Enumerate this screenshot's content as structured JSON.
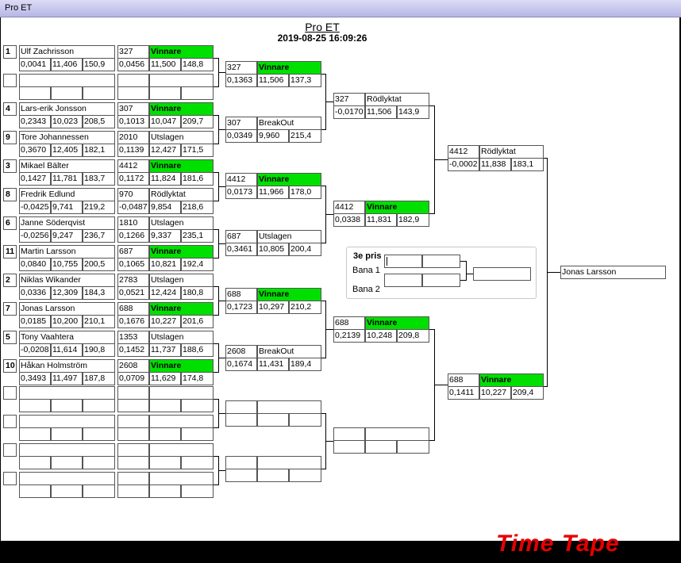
{
  "window": {
    "title": "Pro ET"
  },
  "header": {
    "title": "Pro ET",
    "datetime": "2019-08-25 16:09:26"
  },
  "round1": [
    {
      "top": {
        "seed": "1",
        "name": "Ulf Zachrisson",
        "rt": "0,0041",
        "et": "11,406",
        "mph": "150,9",
        "num": "327",
        "status": "Vinnare",
        "win": true,
        "rt2": "0,0456",
        "et2": "11,500",
        "mph2": "148,8"
      },
      "bot": {
        "seed": "",
        "name": "",
        "rt": "",
        "et": "",
        "mph": "",
        "num": "",
        "status": "",
        "win": false,
        "rt2": "",
        "et2": "",
        "mph2": ""
      }
    },
    {
      "top": {
        "seed": "4",
        "name": "Lars-erik Jonsson",
        "rt": "0,2343",
        "et": "10,023",
        "mph": "208,5",
        "num": "307",
        "status": "Vinnare",
        "win": true,
        "rt2": "0,1013",
        "et2": "10,047",
        "mph2": "209,7"
      },
      "bot": {
        "seed": "9",
        "name": "Tore Johannessen",
        "rt": "0,3670",
        "et": "12,405",
        "mph": "182,1",
        "num": "2010",
        "status": "Utslagen",
        "win": false,
        "rt2": "0,1139",
        "et2": "12,427",
        "mph2": "171,5"
      }
    },
    {
      "top": {
        "seed": "3",
        "name": "Mikael Bälter",
        "rt": "0,1427",
        "et": "11,781",
        "mph": "183,7",
        "num": "4412",
        "status": "Vinnare",
        "win": true,
        "rt2": "0,1172",
        "et2": "11,824",
        "mph2": "181,6"
      },
      "bot": {
        "seed": "8",
        "name": "Fredrik Edlund",
        "rt": "-0,0425",
        "et": "9,741",
        "mph": "219,2",
        "num": "970",
        "status": "Rödlyktat",
        "win": false,
        "rt2": "-0,0487",
        "et2": "9,854",
        "mph2": "218,6"
      }
    },
    {
      "top": {
        "seed": "6",
        "name": "Janne Söderqvist",
        "rt": "-0,0256",
        "et": "9,247",
        "mph": "236,7",
        "num": "1810",
        "status": "Utslagen",
        "win": false,
        "rt2": "0,1266",
        "et2": "9,337",
        "mph2": "235,1"
      },
      "bot": {
        "seed": "11",
        "name": "Martin Larsson",
        "rt": "0,0840",
        "et": "10,755",
        "mph": "200,5",
        "num": "687",
        "status": "Vinnare",
        "win": true,
        "rt2": "0,1065",
        "et2": "10,821",
        "mph2": "192,4"
      }
    },
    {
      "top": {
        "seed": "2",
        "name": "Niklas Wikander",
        "rt": "0,0336",
        "et": "12,309",
        "mph": "184,3",
        "num": "2783",
        "status": "Utslagen",
        "win": false,
        "rt2": "0,0521",
        "et2": "12,424",
        "mph2": "180,8"
      },
      "bot": {
        "seed": "7",
        "name": "Jonas Larsson",
        "rt": "0,0185",
        "et": "10,200",
        "mph": "210,1",
        "num": "688",
        "status": "Vinnare",
        "win": true,
        "rt2": "0,1676",
        "et2": "10,227",
        "mph2": "201,6"
      }
    },
    {
      "top": {
        "seed": "5",
        "name": "Tony Vaahtera",
        "rt": "-0,0208",
        "et": "11,614",
        "mph": "190,8",
        "num": "1353",
        "status": "Utslagen",
        "win": false,
        "rt2": "0,1452",
        "et2": "11,737",
        "mph2": "188,6"
      },
      "bot": {
        "seed": "10",
        "name": "Håkan Holmström",
        "rt": "0,3493",
        "et": "11,497",
        "mph": "187,8",
        "num": "2608",
        "status": "Vinnare",
        "win": true,
        "rt2": "0,0709",
        "et2": "11,629",
        "mph2": "174,8"
      }
    },
    {
      "top": {
        "seed": "",
        "name": "",
        "rt": "",
        "et": "",
        "mph": "",
        "num": "",
        "status": "",
        "win": false,
        "rt2": "",
        "et2": "",
        "mph2": ""
      },
      "bot": {
        "seed": "",
        "name": "",
        "rt": "",
        "et": "",
        "mph": "",
        "num": "",
        "status": "",
        "win": false,
        "rt2": "",
        "et2": "",
        "mph2": ""
      }
    },
    {
      "top": {
        "seed": "",
        "name": "",
        "rt": "",
        "et": "",
        "mph": "",
        "num": "",
        "status": "",
        "win": false,
        "rt2": "",
        "et2": "",
        "mph2": ""
      },
      "bot": {
        "seed": "",
        "name": "",
        "rt": "",
        "et": "",
        "mph": "",
        "num": "",
        "status": "",
        "win": false,
        "rt2": "",
        "et2": "",
        "mph2": ""
      }
    }
  ],
  "round2": [
    {
      "num": "327",
      "status": "Vinnare",
      "win": true,
      "rt": "0,1363",
      "et": "11,506",
      "mph": "137,3"
    },
    {
      "num": "307",
      "status": "BreakOut",
      "win": false,
      "rt": "0,0349",
      "et": "9,960",
      "mph": "215,4"
    },
    {
      "num": "4412",
      "status": "Vinnare",
      "win": true,
      "rt": "0,0173",
      "et": "11,966",
      "mph": "178,0"
    },
    {
      "num": "687",
      "status": "Utslagen",
      "win": false,
      "rt": "0,3461",
      "et": "10,805",
      "mph": "200,4"
    },
    {
      "num": "688",
      "status": "Vinnare",
      "win": true,
      "rt": "0,1723",
      "et": "10,297",
      "mph": "210,2"
    },
    {
      "num": "2608",
      "status": "BreakOut",
      "win": false,
      "rt": "0,1674",
      "et": "11,431",
      "mph": "189,4"
    },
    {
      "num": "",
      "status": "",
      "win": false,
      "rt": "",
      "et": "",
      "mph": ""
    },
    {
      "num": "",
      "status": "",
      "win": false,
      "rt": "",
      "et": "",
      "mph": ""
    }
  ],
  "round3": [
    {
      "num": "327",
      "status": "Rödlyktat",
      "win": false,
      "rt": "-0,0170",
      "et": "11,506",
      "mph": "143,9"
    },
    {
      "num": "4412",
      "status": "Vinnare",
      "win": true,
      "rt": "0,0338",
      "et": "11,831",
      "mph": "182,9"
    },
    {
      "num": "688",
      "status": "Vinnare",
      "win": true,
      "rt": "0,2139",
      "et": "10,248",
      "mph": "209,8"
    },
    {
      "num": "",
      "status": "",
      "win": false,
      "rt": "",
      "et": "",
      "mph": ""
    }
  ],
  "round4": [
    {
      "num": "4412",
      "status": "Rödlyktat",
      "win": false,
      "rt": "-0,0002",
      "et": "11,838",
      "mph": "183,1"
    },
    {
      "num": "688",
      "status": "Vinnare",
      "win": true,
      "rt": "0,1411",
      "et": "10,227",
      "mph": "209,4"
    }
  ],
  "final": {
    "winner": "Jonas Larsson"
  },
  "third_place": {
    "title": "3e pris",
    "bana1_label": "Bana 1",
    "bana2_label": "Bana 2"
  },
  "logo": {
    "text": "Time Tape"
  },
  "colors": {
    "winner_bg": "#00e000",
    "logo_red": "#e60000",
    "titlebar": "#c8c8f0"
  }
}
